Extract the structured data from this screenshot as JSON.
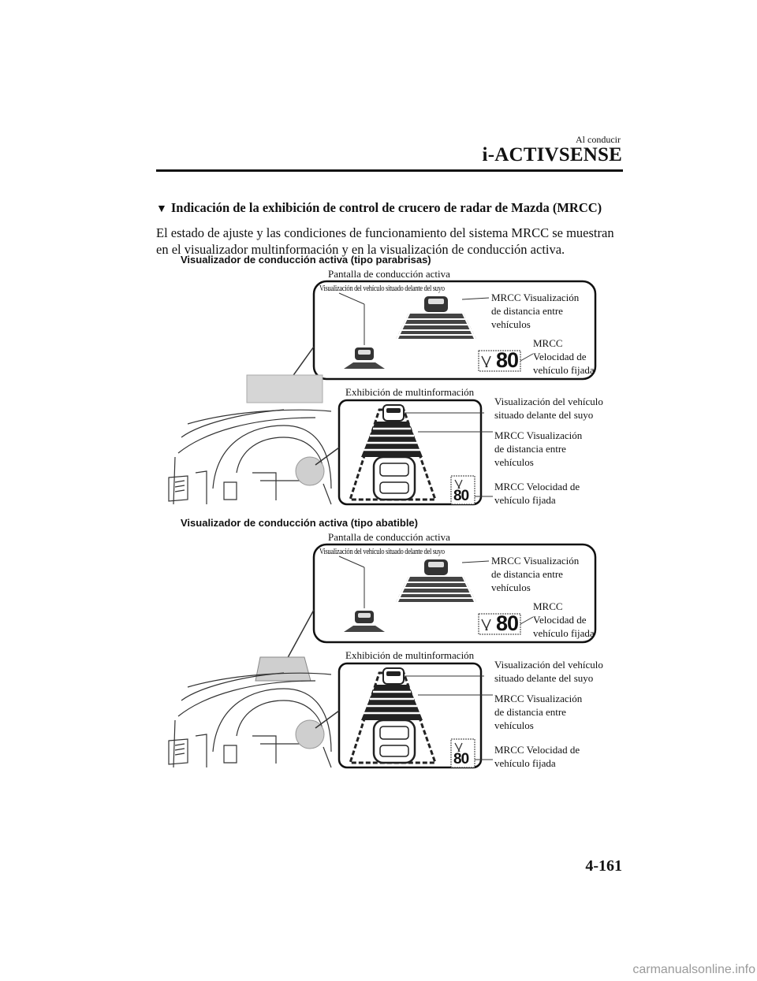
{
  "header": {
    "chapter": "Al conducir",
    "section": "i-ACTIVSENSE"
  },
  "section_title": "Indicación de la exhibición de control de crucero de radar de Mazda (MRCC)",
  "body_text": "El estado de ajuste y las condiciones de funcionamiento del sistema MRCC se muestran en el visualizador multinformación y en la visualización de conducción activa.",
  "figures": [
    {
      "title": "Visualizador de conducción activa (tipo parabrisas)",
      "hud_label": "Pantalla de conducción activa",
      "hud_vehicle_ahead": "Visualización del vehículo situado delante del suyo",
      "hud_distance_1": "MRCC Visualización",
      "hud_distance_2": "de distancia entre",
      "hud_distance_3": "vehículos",
      "hud_speed_1": "MRCC",
      "hud_speed_2": "Velocidad de",
      "hud_speed_3": "vehículo fijada",
      "hud_speed_value": "80",
      "mid_label": "Exhibición de multinformación",
      "mid_vehicle_1": "Visualización del vehículo",
      "mid_vehicle_2": "situado delante del suyo",
      "mid_distance_1": "MRCC Visualización",
      "mid_distance_2": "de distancia entre",
      "mid_distance_3": "vehículos",
      "mid_speed_1": "MRCC Velocidad de",
      "mid_speed_2": "vehículo fijada",
      "mid_speed_value": "80"
    },
    {
      "title": "Visualizador de conducción activa (tipo abatible)",
      "hud_label": "Pantalla de conducción activa",
      "hud_vehicle_ahead": "Visualización del vehículo situado delante del suyo",
      "hud_distance_1": "MRCC Visualización",
      "hud_distance_2": "de distancia entre",
      "hud_distance_3": "vehículos",
      "hud_speed_1": "MRCC",
      "hud_speed_2": "Velocidad de",
      "hud_speed_3": "vehículo fijada",
      "hud_speed_value": "80",
      "mid_label": "Exhibición de multinformación",
      "mid_vehicle_1": "Visualización del vehículo",
      "mid_vehicle_2": "situado delante del suyo",
      "mid_distance_1": "MRCC Visualización",
      "mid_distance_2": "de distancia entre",
      "mid_distance_3": "vehículos",
      "mid_speed_1": "MRCC Velocidad de",
      "mid_speed_2": "vehículo fijada",
      "mid_speed_value": "80"
    }
  ],
  "page_number": "4-161",
  "watermark": "carmanualsonline.info"
}
